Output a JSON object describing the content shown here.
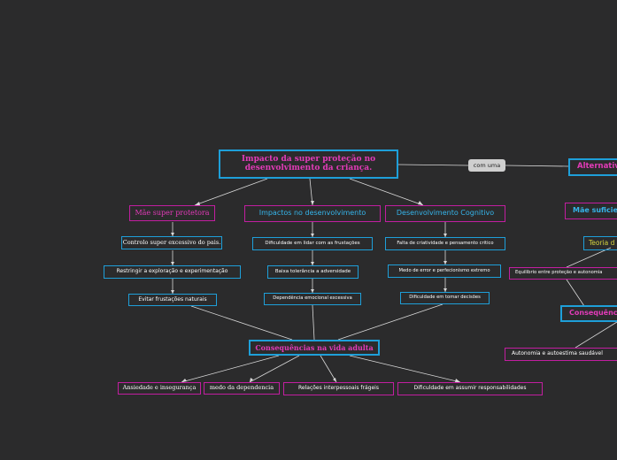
{
  "root": {
    "title": "Impacto da super proteção no desenvolvimento da criança."
  },
  "link_label": "com uma",
  "columns": {
    "mae": {
      "title": "Mãe super protetora",
      "items": [
        "Controlo super excessivo do pais.",
        "Restringir a exploração e experimentação",
        "Evitar  frustações naturais"
      ]
    },
    "impactos": {
      "title": "Impactos no desenvolvimento",
      "items": [
        "Dificuldade em lidar com as frustações",
        "Baixa tolerância a adversidade",
        "Dependência emocional excessiva"
      ]
    },
    "cognitivo": {
      "title": "Desenvolvimento Cognitivo",
      "items": [
        "Falta de criatividade e pensamento critico",
        "Medo de error e perfecionismo extremo",
        "Dificuldade em tomar decisões"
      ]
    }
  },
  "consequencias": {
    "title": "Consequências na vida adulta",
    "items": [
      "Ansiedade e insegurança",
      "medo da dependencia",
      "Relações interpessoais frágeis",
      "Dificuldade em assumir responsabilidades"
    ]
  },
  "right": {
    "alternativa": "Alternativ",
    "mae_suficiente": "Mãe suficie",
    "teoria": "Teoria d",
    "equilibrio": "Equilibrio entre proteção e autonomia",
    "consequencias": "Consequênc",
    "autonomia": "Autonomia e autoestima  saudável"
  },
  "colors": {
    "background": "#2b2b2c",
    "blue_border": "#1e9fd9",
    "pink_border": "#c21ea0",
    "pink_text": "#e23bb8",
    "blue_text": "#35b4ea",
    "yellow_text": "#d5d33e"
  }
}
